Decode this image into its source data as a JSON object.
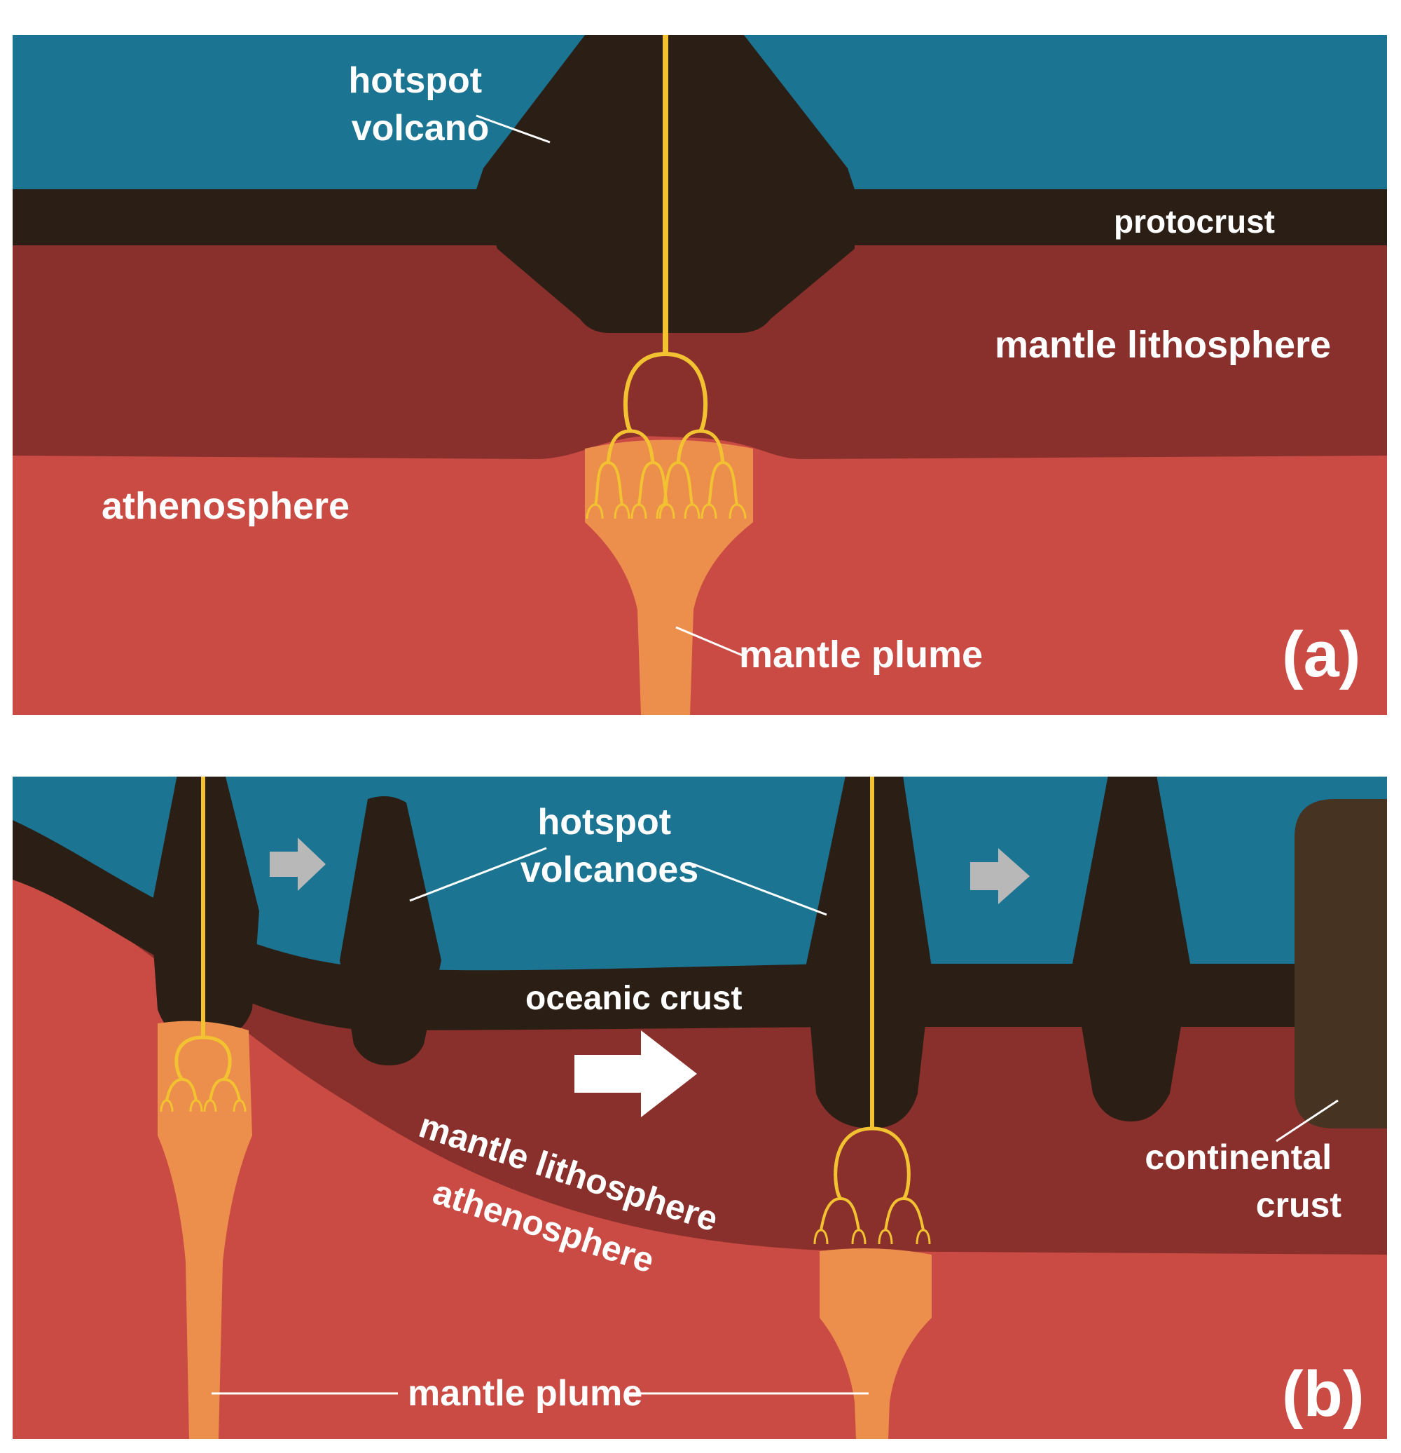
{
  "colors": {
    "ocean": "#1b7491",
    "crust": "#2b1f15",
    "mantle_lithosphere": "#8a302c",
    "asthenosphere": "#ca4b44",
    "plume": "#ed8f4c",
    "magma_conduit": "#f2c230",
    "continental_crust": "#463321",
    "motion_arrow_gray": "#b8b8b8",
    "motion_arrow_white": "#ffffff",
    "label_text": "#ffffff"
  },
  "panel_a": {
    "label": "(a)",
    "hotspot_volcano": [
      "hotspot",
      "volcano"
    ],
    "protocrust": "protocrust",
    "mantle_lithosphere": "mantle lithosphere",
    "asthenosphere": "athenosphere",
    "mantle_plume": "mantle plume"
  },
  "panel_b": {
    "label": "(b)",
    "hotspot_volcanoes": [
      "hotspot",
      "volcanoes"
    ],
    "oceanic_crust": "oceanic crust",
    "mantle_lithosphere": "mantle lithosphere",
    "asthenosphere": "athenosphere",
    "continental_crust": [
      "continental",
      "crust"
    ],
    "mantle_plume": "mantle plume"
  }
}
